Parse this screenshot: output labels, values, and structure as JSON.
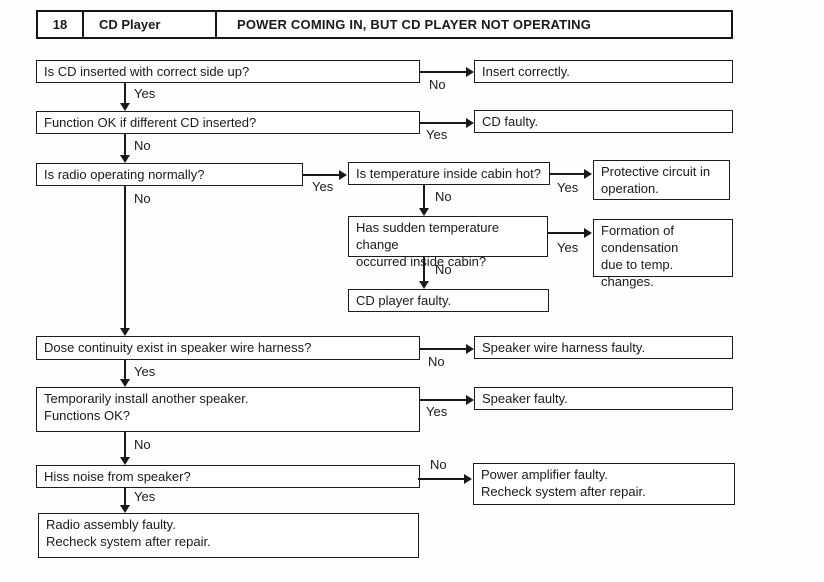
{
  "header": {
    "number": "18",
    "system": "CD Player",
    "title": "POWER COMING IN, BUT CD PLAYER NOT OPERATING"
  },
  "nodes": {
    "q_cd_side": "Is CD inserted with correct side up?",
    "r_insert": "Insert correctly.",
    "q_different_cd": "Function OK if different CD inserted?",
    "r_cd_faulty": "CD faulty.",
    "q_radio": "Is radio operating normally?",
    "q_cabin_hot": "Is temperature inside cabin hot?",
    "r_protective": "Protective circuit in\noperation.",
    "q_temp_change": "Has sudden temperature change\noccurred inside cabin?",
    "r_condensation": "Formation of\ncondensation\ndue to temp. changes.",
    "r_cd_player": "CD player faulty.",
    "q_continuity": "Dose continuity exist in speaker wire harness?",
    "r_harness": "Speaker wire harness faulty.",
    "q_speaker_install": "Temporarily install another speaker.\nFunctions OK?",
    "r_speaker": "Speaker faulty.",
    "q_hiss": "Hiss noise from speaker?",
    "r_power_amp": "Power amplifier faulty.\nRecheck system after repair.",
    "r_radio_assembly": "Radio assembly faulty.\nRecheck system after repair."
  },
  "labels": {
    "yes": "Yes",
    "no": "No"
  },
  "colors": {
    "ink": "#1a1a1a",
    "background": "#ffffff"
  }
}
